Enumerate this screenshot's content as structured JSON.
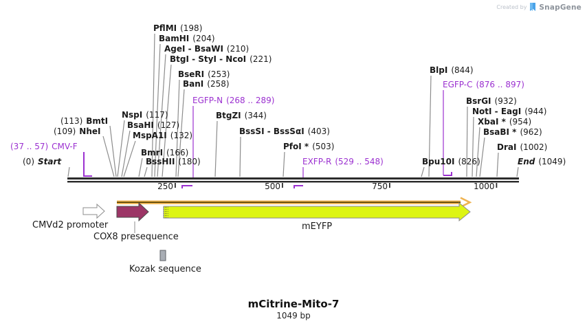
{
  "credit": {
    "created_by": "Created by",
    "brand": "SnapGene"
  },
  "title": {
    "name": "mCitrine-Mito-7",
    "length": "1049 bp"
  },
  "colors": {
    "purple": "#9b30d0",
    "connector_gray": "#8c8c8c",
    "ruler_black": "#2b2b2b",
    "orf_tan": "#efb452",
    "orf_dark": "#514000",
    "cox8_fill": "#9c3566",
    "meyfp_fill": "#ddf513",
    "kozak_fill": "#a9aeb5",
    "snapgene_blue": "#4aa3e8"
  },
  "ruler": {
    "ticks": [
      {
        "label": "250"
      },
      {
        "label": "500"
      },
      {
        "label": "750"
      },
      {
        "label": "1000"
      }
    ]
  },
  "sites": [
    {
      "name": "Start",
      "pos": "(0)",
      "style": "terminus",
      "order": "pos-first"
    },
    {
      "name": "CMV-F",
      "pos": "(37 .. 57)",
      "style": "primer",
      "order": "pos-first"
    },
    {
      "name": "NheI",
      "pos": "(109)",
      "style": "enzyme",
      "order": "pos-first"
    },
    {
      "name": "BmtI",
      "pos": "(113)",
      "style": "enzyme",
      "order": "pos-first"
    },
    {
      "name": "NspI",
      "pos": "(117)",
      "style": "enzyme",
      "order": "name-first"
    },
    {
      "name": "BsaHI",
      "pos": "(127)",
      "style": "enzyme",
      "order": "name-first"
    },
    {
      "name": "MspA1I",
      "pos": "(132)",
      "style": "enzyme",
      "order": "name-first"
    },
    {
      "name": "BmrI",
      "pos": "(166)",
      "style": "enzyme",
      "order": "name-first"
    },
    {
      "name": "BssHII",
      "pos": "(180)",
      "style": "enzyme",
      "order": "name-first"
    },
    {
      "name": "PflMI",
      "pos": "(198)",
      "style": "enzyme",
      "order": "name-first"
    },
    {
      "name": "BamHI",
      "pos": "(204)",
      "style": "enzyme",
      "order": "name-first"
    },
    {
      "name": "AgeI - BsaWI",
      "pos": "(210)",
      "style": "enzyme",
      "order": "name-first"
    },
    {
      "name": "BtgI - StyI - NcoI",
      "pos": "(221)",
      "style": "enzyme",
      "order": "name-first"
    },
    {
      "name": "BseRI",
      "pos": "(253)",
      "style": "enzyme",
      "order": "name-first"
    },
    {
      "name": "BanI",
      "pos": "(258)",
      "style": "enzyme",
      "order": "name-first"
    },
    {
      "name": "EGFP-N",
      "pos": "(268 .. 289)",
      "style": "primer",
      "order": "name-first"
    },
    {
      "name": "BtgZI",
      "pos": "(344)",
      "style": "enzyme",
      "order": "name-first"
    },
    {
      "name": "BssSI - BssSαI",
      "pos": "(403)",
      "style": "enzyme",
      "order": "name-first"
    },
    {
      "name": "PfoI *",
      "pos": "(503)",
      "style": "enzyme",
      "order": "name-first"
    },
    {
      "name": "EXFP-R",
      "pos": "(529 .. 548)",
      "style": "primer",
      "order": "name-first"
    },
    {
      "name": "Bpu10I",
      "pos": "(826)",
      "style": "enzyme",
      "order": "name-first"
    },
    {
      "name": "BlpI",
      "pos": "(844)",
      "style": "enzyme",
      "order": "name-first"
    },
    {
      "name": "EGFP-C",
      "pos": "(876 .. 897)",
      "style": "primer",
      "order": "name-first"
    },
    {
      "name": "BsrGI",
      "pos": "(932)",
      "style": "enzyme",
      "order": "name-first"
    },
    {
      "name": "NotI - EagI",
      "pos": "(944)",
      "style": "enzyme",
      "order": "name-first"
    },
    {
      "name": "XbaI *",
      "pos": "(954)",
      "style": "enzyme",
      "order": "name-first"
    },
    {
      "name": "BsaBI *",
      "pos": "(962)",
      "style": "enzyme",
      "order": "name-first"
    },
    {
      "name": "DraI",
      "pos": "(1002)",
      "style": "enzyme",
      "order": "name-first"
    },
    {
      "name": "End",
      "pos": "(1049)",
      "style": "terminus",
      "order": "name-first"
    }
  ],
  "features": [
    {
      "label": "CMVd2 promoter"
    },
    {
      "label": "COX8 presequence"
    },
    {
      "label": "mEYFP"
    },
    {
      "label": "Kozak sequence"
    }
  ]
}
